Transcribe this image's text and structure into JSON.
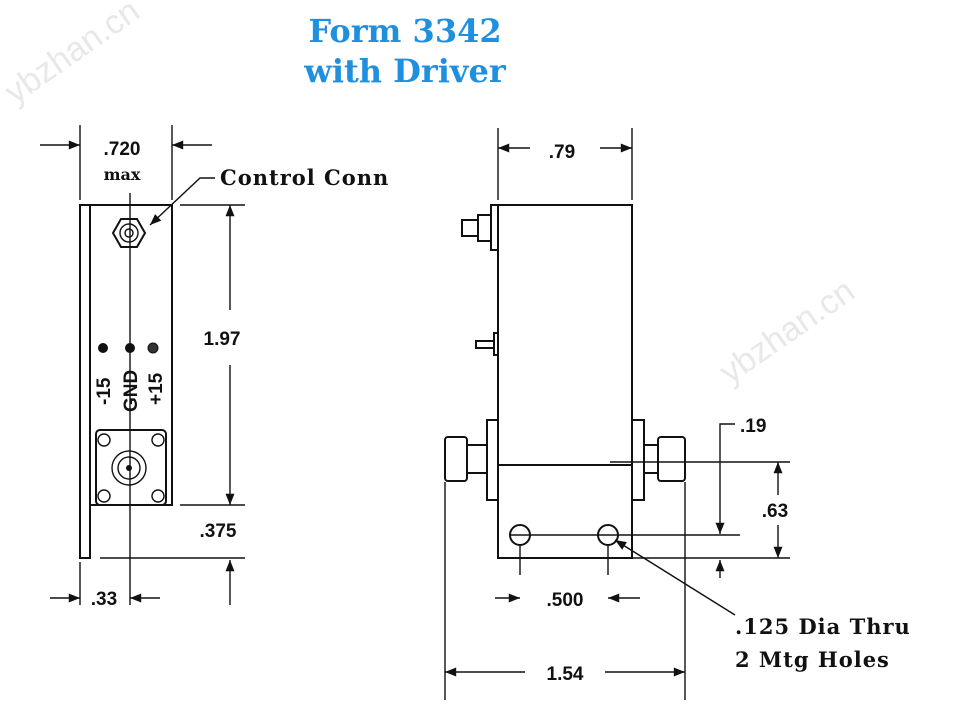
{
  "title": {
    "line1": "Form 3342",
    "line2": "with Driver",
    "color": "#1f8fe0"
  },
  "watermark": "ybzhan.cn",
  "left_view": {
    "width_dim": ".720",
    "width_note": "max",
    "control_label": "Control Conn",
    "height_dim": "1.97",
    "flange_dim": ".375",
    "offset_dim": ".33",
    "pins": [
      "-15",
      "GND",
      "+15"
    ]
  },
  "right_view": {
    "width_dim": ".79",
    "hole_height_dim": ".19",
    "conn_height_dim": ".63",
    "hole_spacing_dim": ".500",
    "overall_dim": "1.54",
    "hole_note_line1": ".125 Dia Thru",
    "hole_note_line2": "2 Mtg Holes"
  }
}
